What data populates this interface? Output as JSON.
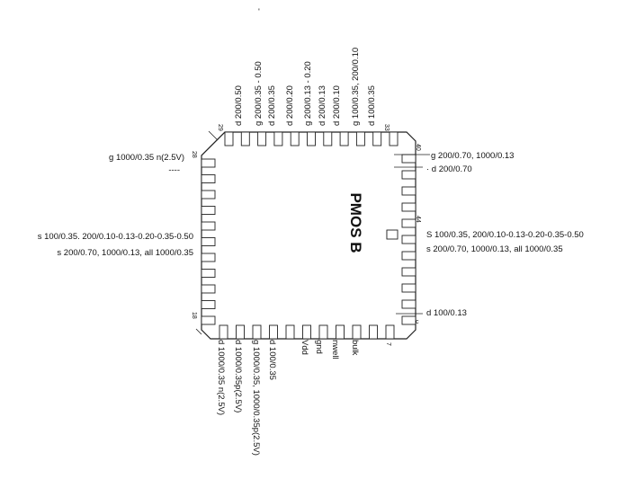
{
  "chip_title": "PMOS B",
  "top_mark": "'",
  "pin_numbers": {
    "p29": "29",
    "p33": "33",
    "p40": "40",
    "p28": "28",
    "p44": "44",
    "p18": "18",
    "p7": "7",
    "p_c": "c"
  },
  "top_labels": [
    "d 200/0.50",
    "g 200/0.35 - 0.50",
    "d 200/0.35",
    "d 200/0.20",
    "g 200/0.13 - 0.20",
    "d 200/0.13",
    "d 200/0.10",
    "g 100/0.35, 200/0.10",
    "d 100/0.35"
  ],
  "left_labels": {
    "g_top": "g 1000/0.35 n(2.5V)",
    "dash": "----",
    "s_line1": "s 100/0.35. 200/0.10-0.13-0.20-0.35-0.50",
    "s_line2": "s 200/0.70, 1000/0.13, all 1000/0.35"
  },
  "right_labels": {
    "g_top": "g 200/0.70, 1000/0.13",
    "d_top": "· d 200/0.70",
    "s_line1": "S 100/0.35, 200/0.10-0.13-0.20-0.35-0.50",
    "s_line2": "s 200/0.70, 1000/0.13, all 1000/0.35",
    "d_bottom": "d 100/0.13"
  },
  "bottom_labels": [
    "d 1000/0.35 n(2.5V)",
    "d 1000/0.35p(2.5V)",
    "g 1000/0.35, 1000/0.35p(2.5V)",
    "d 100/0.35",
    "Vdd",
    "gnd",
    "nwell",
    "bulk"
  ]
}
